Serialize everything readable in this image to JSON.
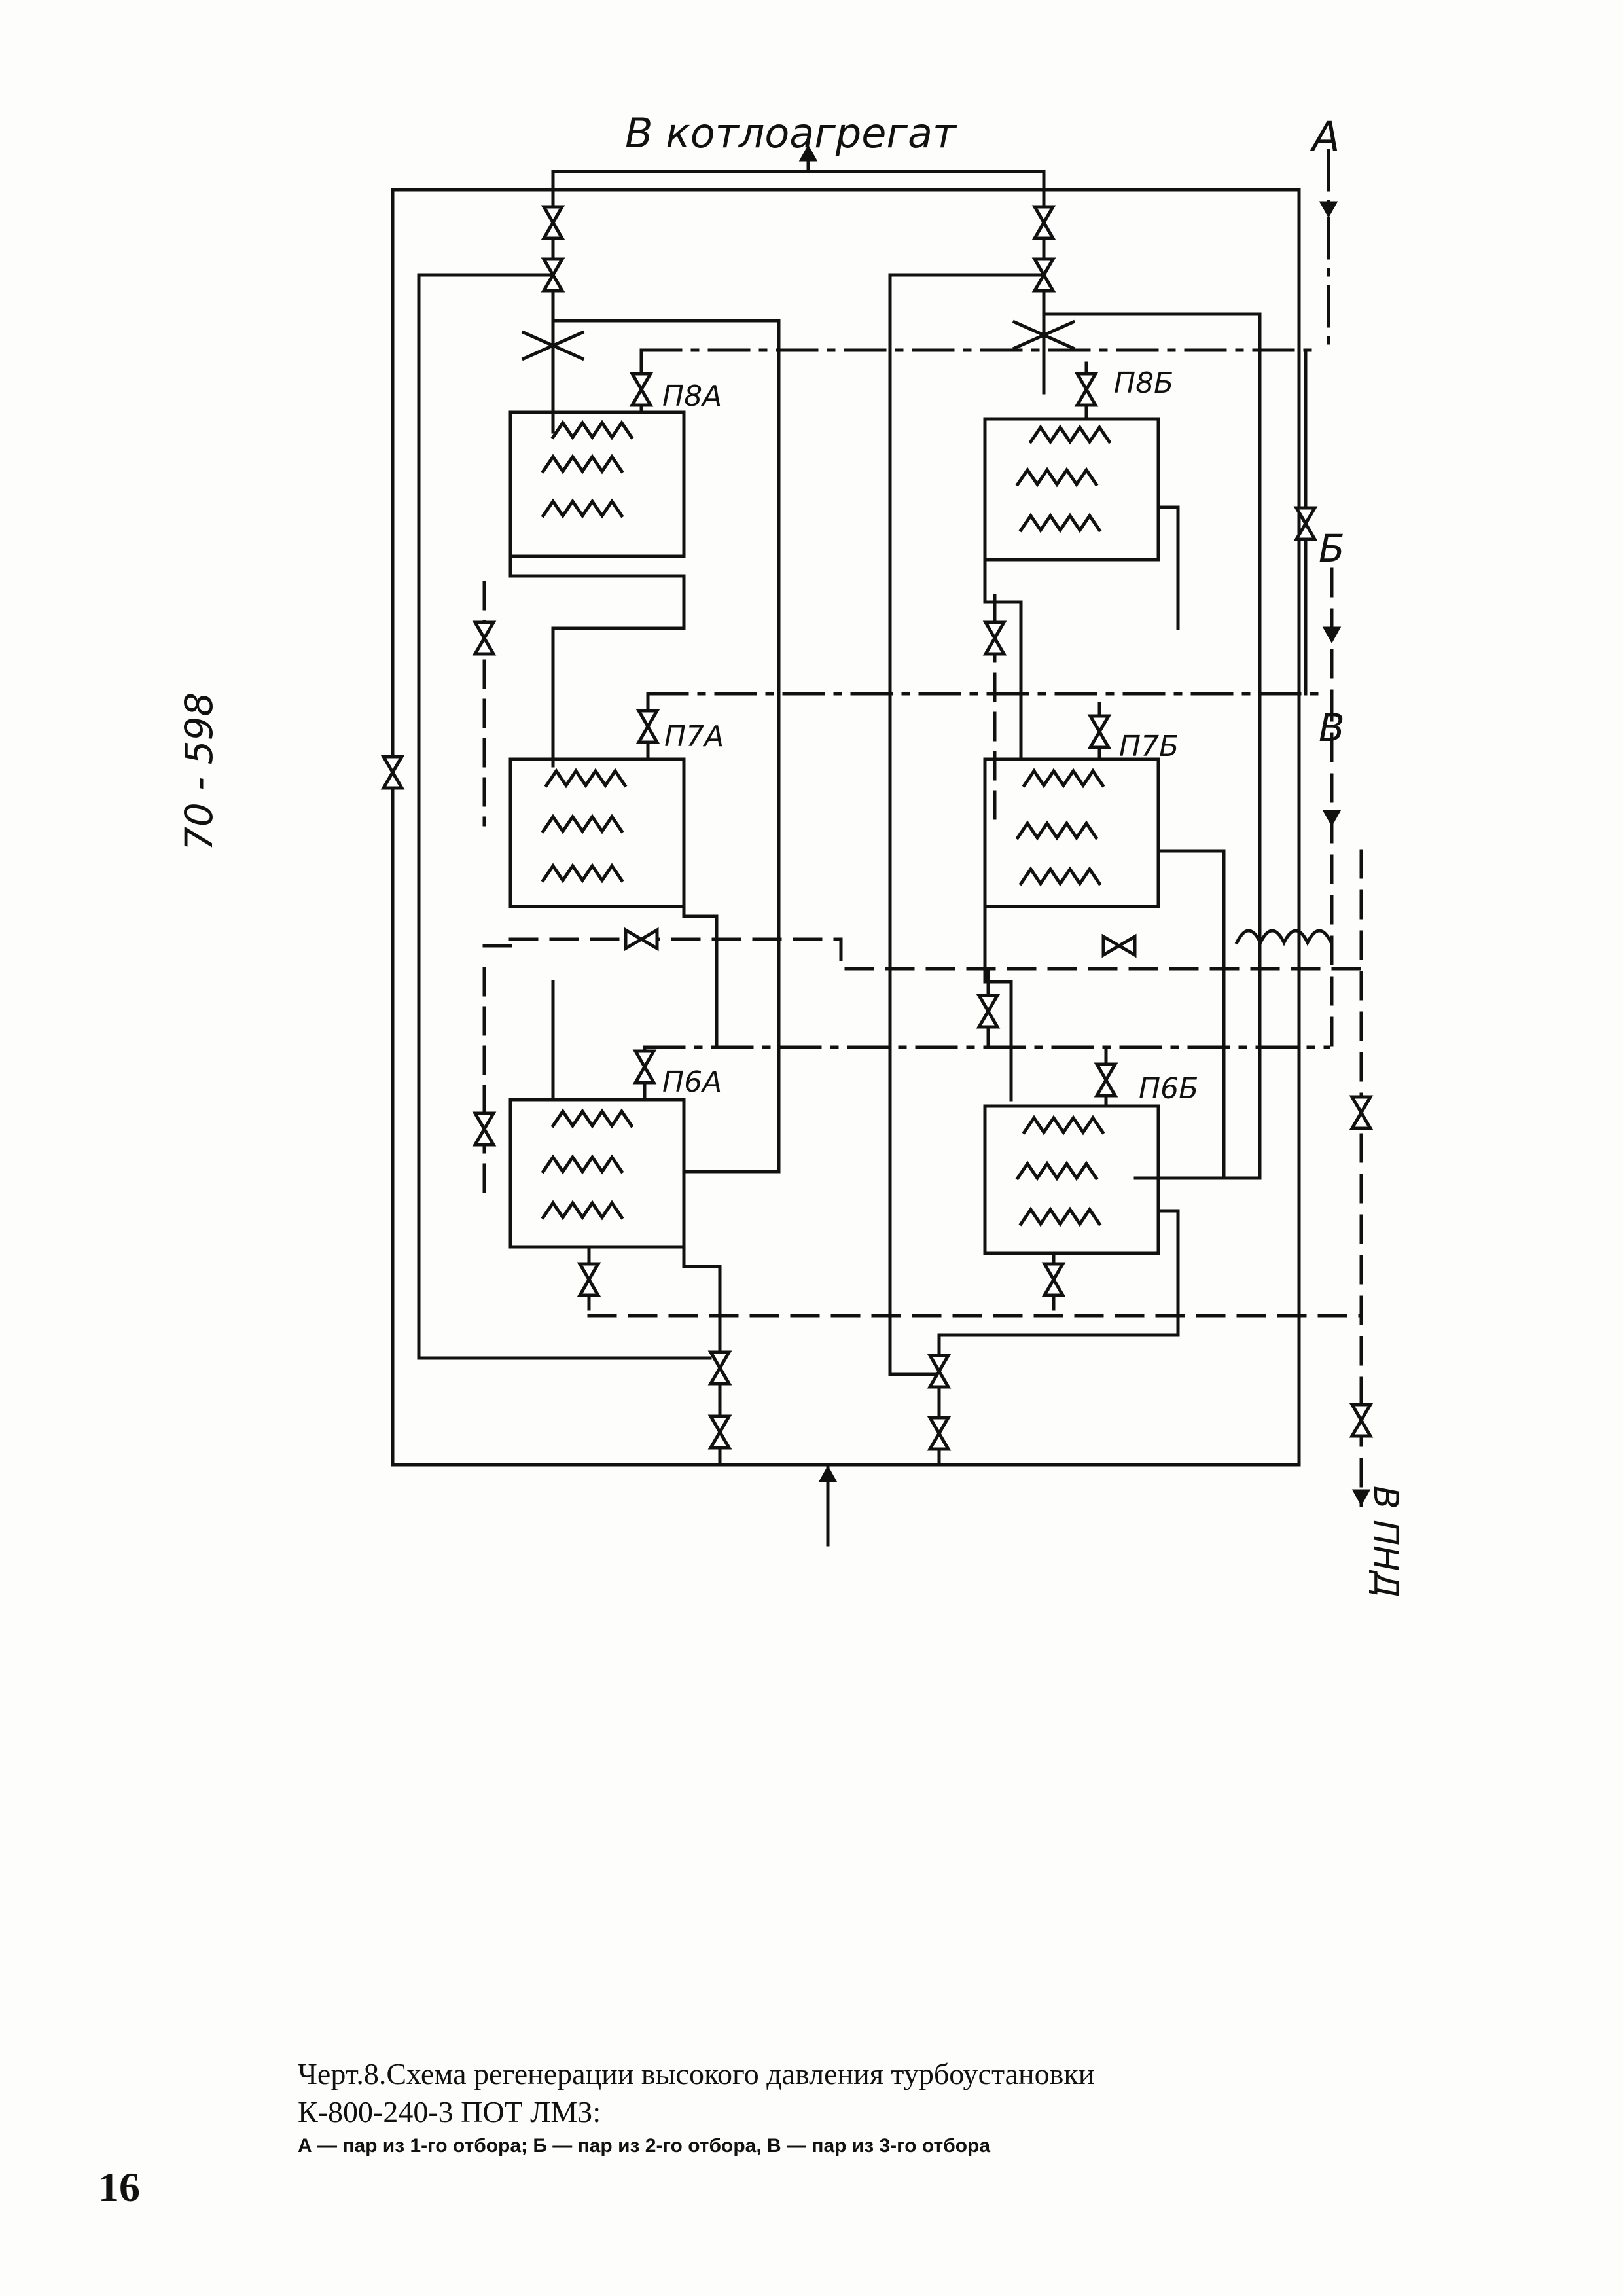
{
  "page_number": "16",
  "side_code": "70 - 598",
  "diagram": {
    "top_label": "В котлоагрегат",
    "steam_labels": {
      "a": "А",
      "b": "Б",
      "v": "В"
    },
    "bottom_right_label": "В ПНД",
    "heaters": [
      {
        "id": "p8a",
        "label": "П8А"
      },
      {
        "id": "p7a",
        "label": "П7А"
      },
      {
        "id": "p6a",
        "label": "П6А"
      },
      {
        "id": "p8b",
        "label": "П8Б"
      },
      {
        "id": "p7b",
        "label": "П7Б"
      },
      {
        "id": "p6b",
        "label": "П6Б"
      }
    ]
  },
  "caption": {
    "title_line1": "Черт.8.Схема регенерации высокого давления турбоустановки",
    "title_line2": "К-800-240-3 ПОТ ЛМЗ:",
    "legend": "А — пар из 1-го отбора; Б — пар из 2-го отбора, В — пар из 3-го отбора"
  }
}
